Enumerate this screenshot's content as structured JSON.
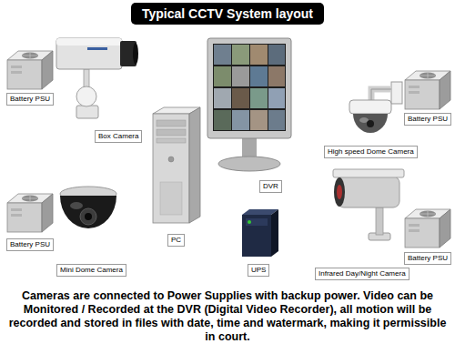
{
  "diagram": {
    "title": "Typical CCTV System layout",
    "caption": "Cameras are connected to Power Supplies with backup power. Video can be Monitored / Recorded at the DVR (Digital Video Recorder), all motion will be recorded and stored in files with date, time and watermark, making it permissible in court.",
    "nodes": [
      {
        "text": [
          "Battery PSU"
        ]
      },
      {
        "text": [
          "Battery PSU"
        ]
      },
      {
        "text": [
          "Box Camera"
        ]
      },
      {
        "text": [
          "High speed Dome Camera"
        ]
      },
      {
        "text": [
          "DVR"
        ]
      },
      {
        "text": [
          "PC"
        ]
      },
      {
        "text": [
          "Battery PSU"
        ]
      },
      {
        "text": [
          "Battery PSU"
        ]
      },
      {
        "text": [
          "Mini Dome Camera"
        ]
      },
      {
        "text": [
          "UPS"
        ]
      },
      {
        "text": [
          "Infrared Day/Night Camera"
        ]
      }
    ]
  }
}
